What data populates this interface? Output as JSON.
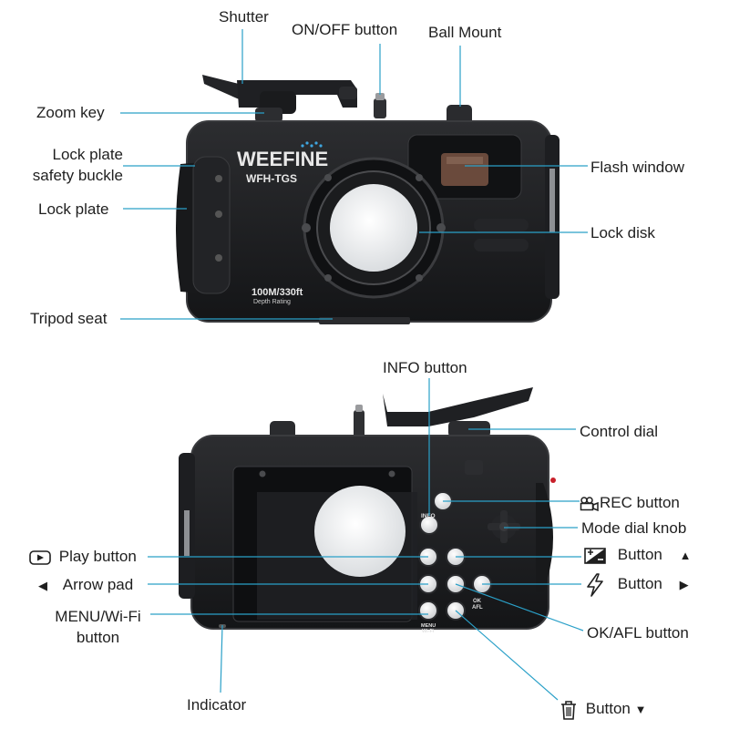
{
  "colors": {
    "housing": "#1c1d1f",
    "housing_edge": "#3a3b3e",
    "leader": "#2aa0c8",
    "button_face": "#e9eaec",
    "lens_glass": "#eef0f2",
    "brand_dots": "#3ea6e0",
    "accent_red": "#c8202a"
  },
  "front": {
    "brand": "WEEFINE",
    "model": "WFH-TGS",
    "depth_main": "100M/330ft",
    "depth_sub": "Depth Rating"
  },
  "back": {
    "btn_info": "INFO",
    "btn_ok": "OK",
    "btn_afl": "AFL",
    "btn_menu": "MENU",
    "btn_wifi": "Wi-Fi"
  },
  "labels": {
    "shutter": "Shutter",
    "onoff": "ON/OFF button",
    "ball_mount": "Ball Mount",
    "zoom_key": "Zoom key",
    "lock_plate_safety_1": "Lock plate",
    "lock_plate_safety_2": "safety buckle",
    "lock_plate": "Lock plate",
    "flash_window": "Flash window",
    "lock_disk": "Lock disk",
    "tripod_seat": "Tripod seat",
    "info_button": "INFO button",
    "control_dial": "Control dial",
    "rec_button": "REC button",
    "mode_dial": "Mode dial knob",
    "play_button": "Play button",
    "arrow_pad": "Arrow pad",
    "exposure_button": "Button",
    "flash_button": "Button",
    "menu_wifi_1": "MENU/Wi-Fi",
    "menu_wifi_2": "button",
    "ok_afl_button": "OK/AFL button",
    "indicator": "Indicator",
    "trash_button": "Button"
  },
  "icons": {
    "play": "play-icon",
    "arrow_left": "arrow-left-icon",
    "rec": "movie-camera-icon",
    "exposure": "exposure-comp-icon",
    "flash": "flash-icon",
    "trash": "trash-icon",
    "up": "triangle-up-icon",
    "right": "triangle-right-icon",
    "down": "triangle-down-icon"
  }
}
